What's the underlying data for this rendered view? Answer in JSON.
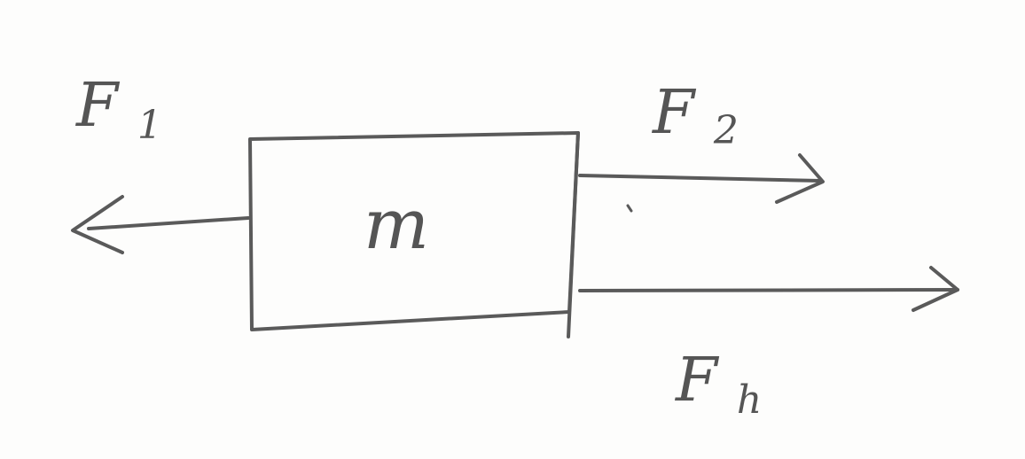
{
  "diagram": {
    "mass_label": "m",
    "forces": [
      {
        "id": "F1",
        "symbol": "F",
        "subscript": "1",
        "direction": "left"
      },
      {
        "id": "F2",
        "symbol": "F",
        "subscript": "2",
        "direction": "right"
      },
      {
        "id": "Fh",
        "symbol": "F",
        "subscript": "h",
        "direction": "right"
      }
    ],
    "colors": {
      "ink": "#5a5a5a",
      "paper": "#fdfdfc"
    }
  }
}
